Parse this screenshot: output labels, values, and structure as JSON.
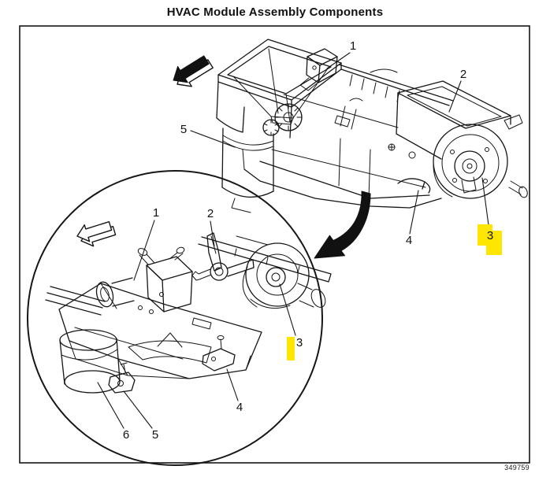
{
  "title": "HVAC Module Assembly Components",
  "figure_number": "349759",
  "colors": {
    "highlight": "#ffe600",
    "line": "#161616",
    "paper": "#ffffff"
  },
  "main_view": {
    "callouts": [
      {
        "label": "1",
        "highlighted": false
      },
      {
        "label": "2",
        "highlighted": false
      },
      {
        "label": "3",
        "highlighted": true
      },
      {
        "label": "4",
        "highlighted": false
      },
      {
        "label": "5",
        "highlighted": false
      }
    ]
  },
  "inset_view": {
    "callouts": [
      {
        "label": "1",
        "highlighted": false
      },
      {
        "label": "2",
        "highlighted": false
      },
      {
        "label": "3",
        "highlighted": true
      },
      {
        "label": "4",
        "highlighted": false
      },
      {
        "label": "5",
        "highlighted": false
      },
      {
        "label": "6",
        "highlighted": false
      }
    ]
  }
}
